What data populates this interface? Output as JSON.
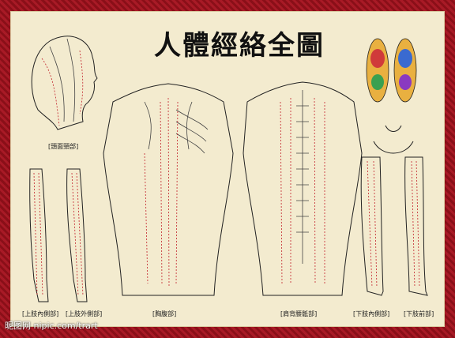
{
  "title": "人體經絡全圖",
  "captions": {
    "head": "[頭面頸部]",
    "upper_inner": "[上肢內側部]",
    "upper_outer": "[上肢外側部]",
    "chest": "[胸腹部]",
    "back": "[肩背腰骶部]",
    "lower_inner": "[下肢內側部]",
    "lower_front": "[下肢前部]"
  },
  "watermark": "昵图网 nipic.com/trart",
  "colors": {
    "frame": "#a81a26",
    "background": "#f3ebcf",
    "meridian": "#c2222c"
  }
}
